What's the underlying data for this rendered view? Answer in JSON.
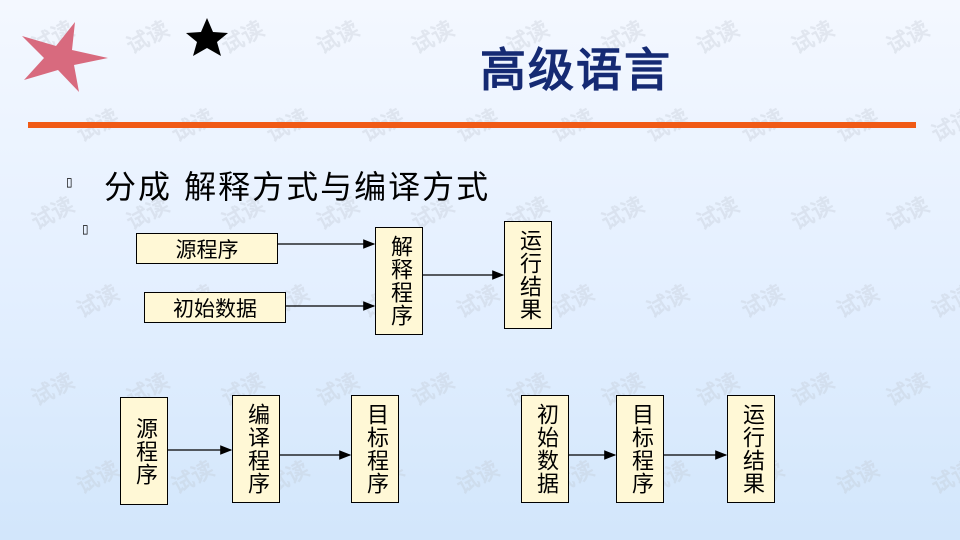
{
  "title": "高级语言",
  "bullet_points": [
    {
      "icon": "bullet-icon",
      "text": "分成  解释方式与编译方式"
    },
    {
      "icon": "bullet-icon",
      "text": ""
    }
  ],
  "watermark": "试读",
  "diagram": {
    "interpretation": {
      "source_program": "源程序",
      "initial_data": "初始数据",
      "interpreter": "解释程序",
      "result": "运行结果"
    },
    "compilation": {
      "source_program": "源程序",
      "compiler": "编译程序",
      "target_program": "目标程序"
    },
    "execution": {
      "initial_data": "初始数据",
      "target_program": "目标程序",
      "result": "运行结果"
    }
  },
  "colors": {
    "title": "#152a73",
    "rule": "#f05a16",
    "box_fill": "#fff8d6",
    "star_pink": "#d86a7e",
    "star_black": "#000000"
  }
}
